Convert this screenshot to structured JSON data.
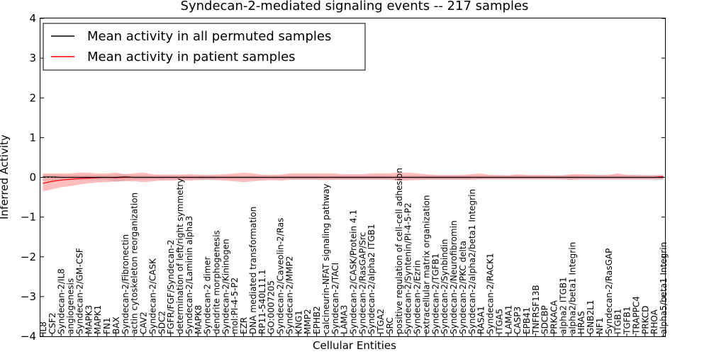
{
  "chart_data": {
    "type": "line",
    "title": "Syndecan-2-mediated signaling events -- 217 samples",
    "xlabel": "Cellular Entities",
    "ylabel": "Inferred Activity",
    "ylim": [
      -4,
      4
    ],
    "yticks": [
      -4,
      -3,
      -2,
      -1,
      0,
      1,
      2,
      3,
      4
    ],
    "grid": false,
    "legend_position": "top-left",
    "categories": [
      "IL8",
      "CSF2",
      "Syndecan-2/IL8",
      "angiogenesis",
      "Syndecan-2/GM-CSF",
      "MAPK3",
      "MAPK1",
      "FN1",
      "BAX",
      "Syndecan-2/Fibronectin",
      "actin cytoskeleton reorganization",
      "CAV2",
      "Syndecan-2/CASK",
      "SDC2",
      "FGFR/FGF/Syndecan-2",
      "determination of left/right symmetry",
      "Syndecan-2/Laminin alpha3",
      "MAPK8",
      "Syndecan-2 dimer",
      "dendrite morphogenesis",
      "Syndecan-2/Kininogen",
      "mol:PI-4-5-P2",
      "EZR",
      "DNA mediated transformation",
      "RP11-540L11.1",
      "GO:0007205",
      "Syndecan-2/Caveolin-2/Ras",
      "Syndecan-2/MMP2",
      "KNG1",
      "MMP2",
      "EPHB2",
      "calcineurin-NFAT signaling pathway",
      "Syndecan-2/TACI",
      "LAMA3",
      "Syndecan-2/CASK/Protein 4.1",
      "Syndecan-2/RasGAP/Src",
      "Syndecan-2/alpha2 ITGB1",
      "ITGA2",
      "SRC",
      "positive regulation of cell-cell adhesion",
      "Syndecan-2/Syntenin/PI-4-5-P2",
      "Syndecan-2/Ezrin",
      "extracellular matrix organization",
      "Syndecan-2/TGFB1",
      "Syndecan-2/Synbindin",
      "Syndecan-2/Neurofibromin",
      "Syndecan-2/PKC delta",
      "Syndecan-2/alpha2/beta1 Integrin",
      "RASA1",
      "Syndecan-2/RACK1",
      "ITGA5",
      "LAMA1",
      "CASP3",
      "EPB41",
      "TNFRSF13B",
      "SDCBP",
      "PRKACA",
      "alpha2 ITGB1",
      "alpha2/beta1 Integrin",
      "HRAS",
      "GNB2L1",
      "NF1",
      "Syndecan-2/RasGAP",
      "ITGB1",
      "TGFB1",
      "TRAPPC4",
      "PRKCD",
      "RHOA",
      "alpha5/beta1 Integrin"
    ],
    "series": [
      {
        "name": "Mean activity in all permuted samples",
        "color": "#000000",
        "values": [
          0.01,
          0.01,
          0.0,
          0.0,
          0.0,
          0.0,
          0.0,
          0.0,
          0.0,
          0.01,
          0.0,
          0.0,
          0.0,
          0.0,
          0.0,
          0.0,
          0.0,
          0.0,
          0.0,
          0.0,
          0.0,
          0.0,
          0.0,
          0.0,
          0.0,
          0.0,
          0.0,
          0.0,
          0.0,
          0.0,
          0.0,
          0.0,
          0.0,
          0.0,
          0.0,
          0.0,
          0.0,
          0.0,
          0.0,
          0.0,
          0.0,
          0.0,
          0.0,
          0.0,
          0.0,
          0.0,
          0.0,
          0.0,
          0.0,
          0.0,
          0.0,
          0.0,
          0.0,
          0.0,
          0.0,
          0.0,
          0.0,
          0.0,
          0.0,
          0.0,
          0.0,
          0.0,
          0.0,
          0.0,
          0.0,
          0.0,
          0.0,
          0.0,
          0.0
        ],
        "band_low": [
          -0.08,
          -0.08,
          -0.07,
          -0.07,
          -0.07,
          -0.06,
          -0.06,
          -0.06,
          -0.12,
          -0.08,
          -0.06,
          -0.06,
          -0.05,
          -0.05,
          -0.05,
          -0.05,
          -0.05,
          -0.05,
          -0.05,
          -0.05,
          -0.05,
          -0.05,
          -0.05,
          -0.05,
          -0.05,
          -0.05,
          -0.05,
          -0.05,
          -0.05,
          -0.05,
          -0.05,
          -0.05,
          -0.05,
          -0.05,
          -0.05,
          -0.05,
          -0.05,
          -0.05,
          -0.05,
          -0.05,
          -0.05,
          -0.05,
          -0.05,
          -0.05,
          -0.05,
          -0.05,
          -0.05,
          -0.05,
          -0.05,
          -0.05,
          -0.05,
          -0.05,
          -0.05,
          -0.05,
          -0.05,
          -0.05,
          -0.05,
          -0.06,
          -0.06,
          -0.06,
          -0.06,
          -0.06,
          -0.06,
          -0.06,
          -0.06,
          -0.06,
          -0.06,
          -0.06,
          -0.06
        ],
        "band_high": [
          0.07,
          0.07,
          0.07,
          0.06,
          0.06,
          0.06,
          0.06,
          0.06,
          0.08,
          0.08,
          0.06,
          0.06,
          0.05,
          0.05,
          0.05,
          0.05,
          0.05,
          0.05,
          0.05,
          0.05,
          0.05,
          0.05,
          0.05,
          0.05,
          0.05,
          0.05,
          0.05,
          0.05,
          0.05,
          0.05,
          0.05,
          0.05,
          0.05,
          0.05,
          0.05,
          0.05,
          0.05,
          0.05,
          0.05,
          0.05,
          0.05,
          0.05,
          0.05,
          0.05,
          0.05,
          0.05,
          0.05,
          0.05,
          0.05,
          0.05,
          0.05,
          0.05,
          0.05,
          0.05,
          0.05,
          0.05,
          0.05,
          0.06,
          0.06,
          0.06,
          0.06,
          0.06,
          0.06,
          0.06,
          0.06,
          0.06,
          0.06,
          0.06,
          0.06
        ]
      },
      {
        "name": "Mean activity in patient samples",
        "color": "#ff0000",
        "values": [
          -0.15,
          -0.1,
          -0.07,
          -0.05,
          -0.03,
          -0.02,
          -0.01,
          0.0,
          -0.01,
          0.0,
          0.0,
          0.0,
          0.0,
          0.0,
          0.0,
          0.0,
          0.0,
          0.0,
          0.0,
          0.0,
          0.0,
          0.0,
          0.0,
          0.0,
          0.0,
          0.0,
          0.0,
          0.0,
          0.0,
          0.0,
          0.0,
          0.0,
          0.0,
          0.0,
          0.0,
          0.0,
          0.0,
          0.0,
          0.0,
          0.0,
          0.0,
          0.0,
          0.0,
          0.0,
          0.0,
          0.0,
          0.0,
          0.0,
          0.0,
          0.0,
          0.0,
          0.0,
          0.0,
          0.0,
          0.0,
          0.0,
          0.0,
          0.0,
          0.0,
          0.0,
          0.0,
          0.0,
          0.0,
          0.0,
          0.0,
          0.0,
          0.0,
          0.0,
          0.02
        ],
        "band_low": [
          -0.35,
          -0.3,
          -0.25,
          -0.22,
          -0.18,
          -0.15,
          -0.13,
          -0.12,
          -0.1,
          -0.1,
          -0.1,
          -0.12,
          -0.1,
          -0.08,
          -0.08,
          -0.07,
          -0.08,
          -0.07,
          -0.06,
          -0.07,
          -0.08,
          -0.1,
          -0.12,
          -0.1,
          -0.08,
          -0.07,
          -0.08,
          -0.06,
          -0.06,
          -0.06,
          -0.06,
          -0.07,
          -0.06,
          -0.06,
          -0.06,
          -0.06,
          -0.06,
          -0.06,
          -0.06,
          -0.08,
          -0.08,
          -0.07,
          -0.06,
          -0.06,
          -0.06,
          -0.06,
          -0.06,
          -0.06,
          -0.05,
          -0.05,
          -0.05,
          -0.05,
          -0.05,
          -0.05,
          -0.05,
          -0.05,
          -0.05,
          -0.05,
          -0.06,
          -0.05,
          -0.05,
          -0.05,
          -0.05,
          -0.05,
          -0.05,
          -0.05,
          -0.05,
          -0.05,
          -0.05
        ],
        "band_high": [
          0.1,
          0.1,
          0.1,
          0.1,
          0.12,
          0.12,
          0.1,
          0.1,
          0.12,
          0.08,
          0.1,
          0.12,
          0.08,
          0.07,
          0.07,
          0.07,
          0.08,
          0.07,
          0.06,
          0.07,
          0.08,
          0.1,
          0.12,
          0.1,
          0.07,
          0.06,
          0.07,
          0.1,
          0.1,
          0.1,
          0.1,
          0.1,
          0.1,
          0.08,
          0.08,
          0.08,
          0.1,
          0.1,
          0.1,
          0.12,
          0.12,
          0.1,
          0.08,
          0.06,
          0.06,
          0.06,
          0.06,
          0.08,
          0.1,
          0.06,
          0.06,
          0.05,
          0.08,
          0.06,
          0.06,
          0.06,
          0.05,
          0.05,
          0.08,
          0.08,
          0.07,
          0.06,
          0.06,
          0.1,
          0.06,
          0.06,
          0.05,
          0.05,
          0.06
        ]
      }
    ]
  }
}
